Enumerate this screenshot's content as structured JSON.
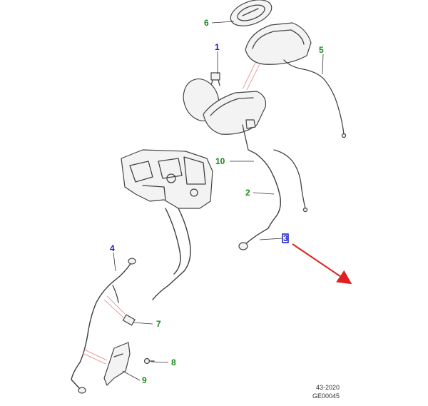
{
  "callouts": [
    {
      "id": "1",
      "color": "blue"
    },
    {
      "id": "2",
      "color": "green"
    },
    {
      "id": "3",
      "color": "blue"
    },
    {
      "id": "4",
      "color": "blue"
    },
    {
      "id": "5",
      "color": "green"
    },
    {
      "id": "6",
      "color": "green"
    },
    {
      "id": "7",
      "color": "green"
    },
    {
      "id": "8",
      "color": "green"
    },
    {
      "id": "9",
      "color": "green"
    },
    {
      "id": "10",
      "color": "green"
    }
  ],
  "reference": {
    "line1": "43-2020",
    "line2": "GE00045"
  },
  "colors": {
    "green_callout": "#1a8a1a",
    "blue_callout": "#1a1acc",
    "highlight_arrow": "#e02020"
  }
}
